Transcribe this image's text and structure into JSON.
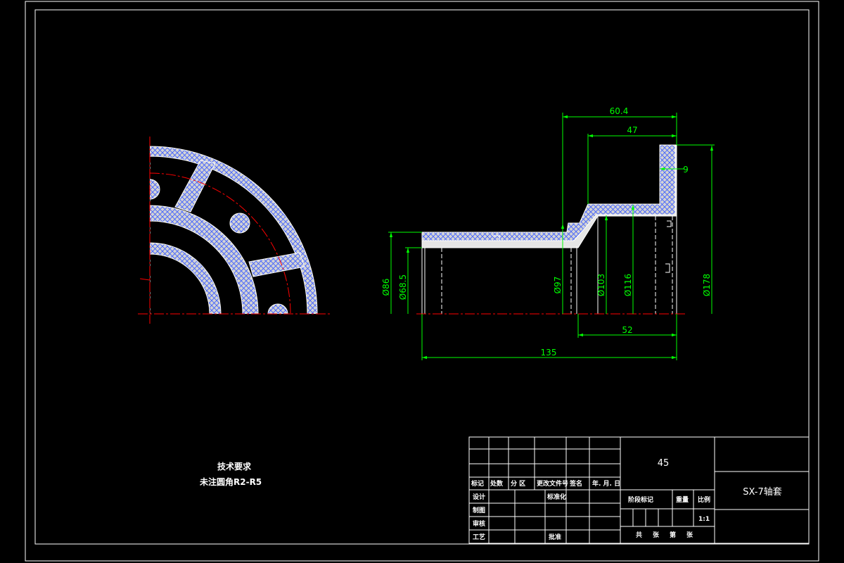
{
  "colors": {
    "background": "#000000",
    "outline": "#ffffff",
    "dimension": "#00ff00",
    "section_body": "#d0d0d0",
    "centerline": "#ff0000",
    "hatch": "#4060ff"
  },
  "dimensions": {
    "overall_length": "135",
    "flange_length": "52",
    "length_60_4": "60.4",
    "length_47": "47",
    "flange_thickness": "9",
    "dia_86": "Ø86",
    "dia_68_5": "Ø68.5",
    "dia_97": "Ø97",
    "dia_103": "Ø103",
    "dia_116": "Ø116",
    "dia_178": "Ø178"
  },
  "technical_requirements": {
    "heading": "技术要求",
    "note": "未注圆角R2-R5"
  },
  "title_block": {
    "material": "45",
    "part_name": "SX-7轴套",
    "revision_headers": [
      "标记",
      "处数",
      "分 区",
      "更改文件号",
      "签名",
      "年. 月. 日"
    ],
    "design": "设计",
    "standardization": "标准化",
    "drawing": "制图",
    "review": "审核",
    "process": "工艺",
    "approval": "批准",
    "stage_mark": "阶段标记",
    "weight": "重量",
    "scale_label": "比例",
    "scale_value": "1:1",
    "sheet_total": "共",
    "sheet_unit": "张",
    "sheet_index": "第",
    "sheet_unit2": "张"
  }
}
